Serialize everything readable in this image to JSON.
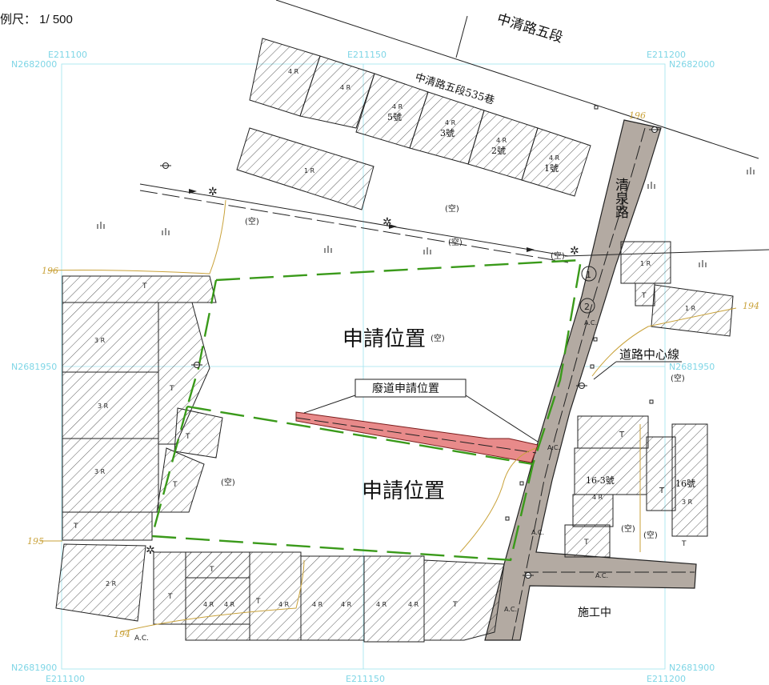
{
  "scale_label": "例尺： 1/ 500",
  "roads": {
    "main_road": "中清路五段",
    "lane": "中清路五段535巷",
    "side_road": "清泉路"
  },
  "labels": {
    "apply_upper": "申請位置",
    "apply_lower": "申請位置",
    "abandon_callout": "廢道申請位置",
    "road_centerline": "道路中心線",
    "construction": "施工中",
    "empty": "(空)"
  },
  "buildings": {
    "floors_4r": "4 R",
    "floors_3r": "3 R",
    "floors_2r": "2 R",
    "floors_1r": "1 R",
    "tin": "T",
    "no5": "5號",
    "no3": "3號",
    "no2": "2號",
    "no1": "1號",
    "no16_3": "16-3號",
    "no16": "16號"
  },
  "surface": {
    "ac": "A.C."
  },
  "circled": {
    "one": "1",
    "two": "2"
  },
  "grid": {
    "e_left": "E211100",
    "e_mid": "E211150",
    "e_right": "E211200",
    "n_top": "N2682000",
    "n_mid": "N2681950",
    "n_bottom": "N2681900"
  },
  "contours": {
    "c196": "196",
    "c195": "195",
    "c194": "194",
    "c194_right": "194",
    "c196_road": "196"
  },
  "colors": {
    "road_fill": "#b3aaa2",
    "abandon_fill": "#e88a8a",
    "boundary_green": "#3a9a1a",
    "grid_cyan": "#7fd6e6",
    "contour_gold": "#c9a23a"
  }
}
